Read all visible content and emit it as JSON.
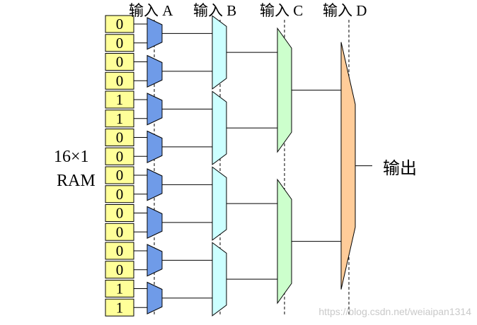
{
  "inputs": {
    "a": "输入 A",
    "b": "输入 B",
    "c": "输入 C",
    "d": "输入 D"
  },
  "ram_label": [
    "16×1",
    "RAM"
  ],
  "output_label": "输出",
  "ram_bits": [
    "0",
    "0",
    "0",
    "0",
    "1",
    "1",
    "0",
    "0",
    "0",
    "0",
    "0",
    "0",
    "0",
    "0",
    "1",
    "1"
  ],
  "watermark": "https://blog.csdn.net/weiaipan1314",
  "colors": {
    "ram_fill": "#ffff99",
    "mux_a": "#6f9be8",
    "mux_b": "#ccffff",
    "mux_c": "#ccffcc",
    "mux_d": "#ffcc99",
    "stroke": "#000000"
  }
}
